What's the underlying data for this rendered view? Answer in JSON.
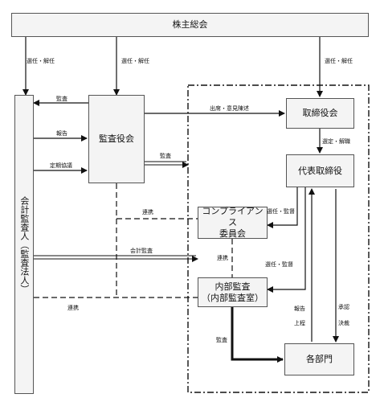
{
  "nodes": {
    "shareholders": "株主総会",
    "auditor_line1": "会計監査人",
    "auditor_line2": "（監査法人）",
    "audit_board": "監査役会",
    "board": "取締役会",
    "rep_director": "代表取締役",
    "compliance_line1": "コンプライアンス",
    "compliance_line2": "委員会",
    "internal_audit_line1": "内部監査",
    "internal_audit_line2": "（内部監査室）",
    "departments": "各部門"
  },
  "edges": {
    "appoint_left": "選任・解任",
    "appoint_mid": "選任・解任",
    "appoint_right": "選任・解任",
    "audit_to_auditor": "監査",
    "report": "報告",
    "regular_meeting": "定期協議",
    "attend_opinion": "出席・意見陳述",
    "select_dismiss": "選定・解職",
    "audit_right": "監査",
    "cooperation_1": "連携",
    "appoint_supervise_1": "選任・監督",
    "accounting_audit": "会計監査",
    "cooperation_2": "連携",
    "appoint_supervise_2": "選任・監督",
    "cooperation_3": "連携",
    "report_line1": "報告",
    "report_line2": "上程",
    "approval_line1": "承認",
    "approval_line2": "決裁",
    "internal_audit": "監査"
  }
}
